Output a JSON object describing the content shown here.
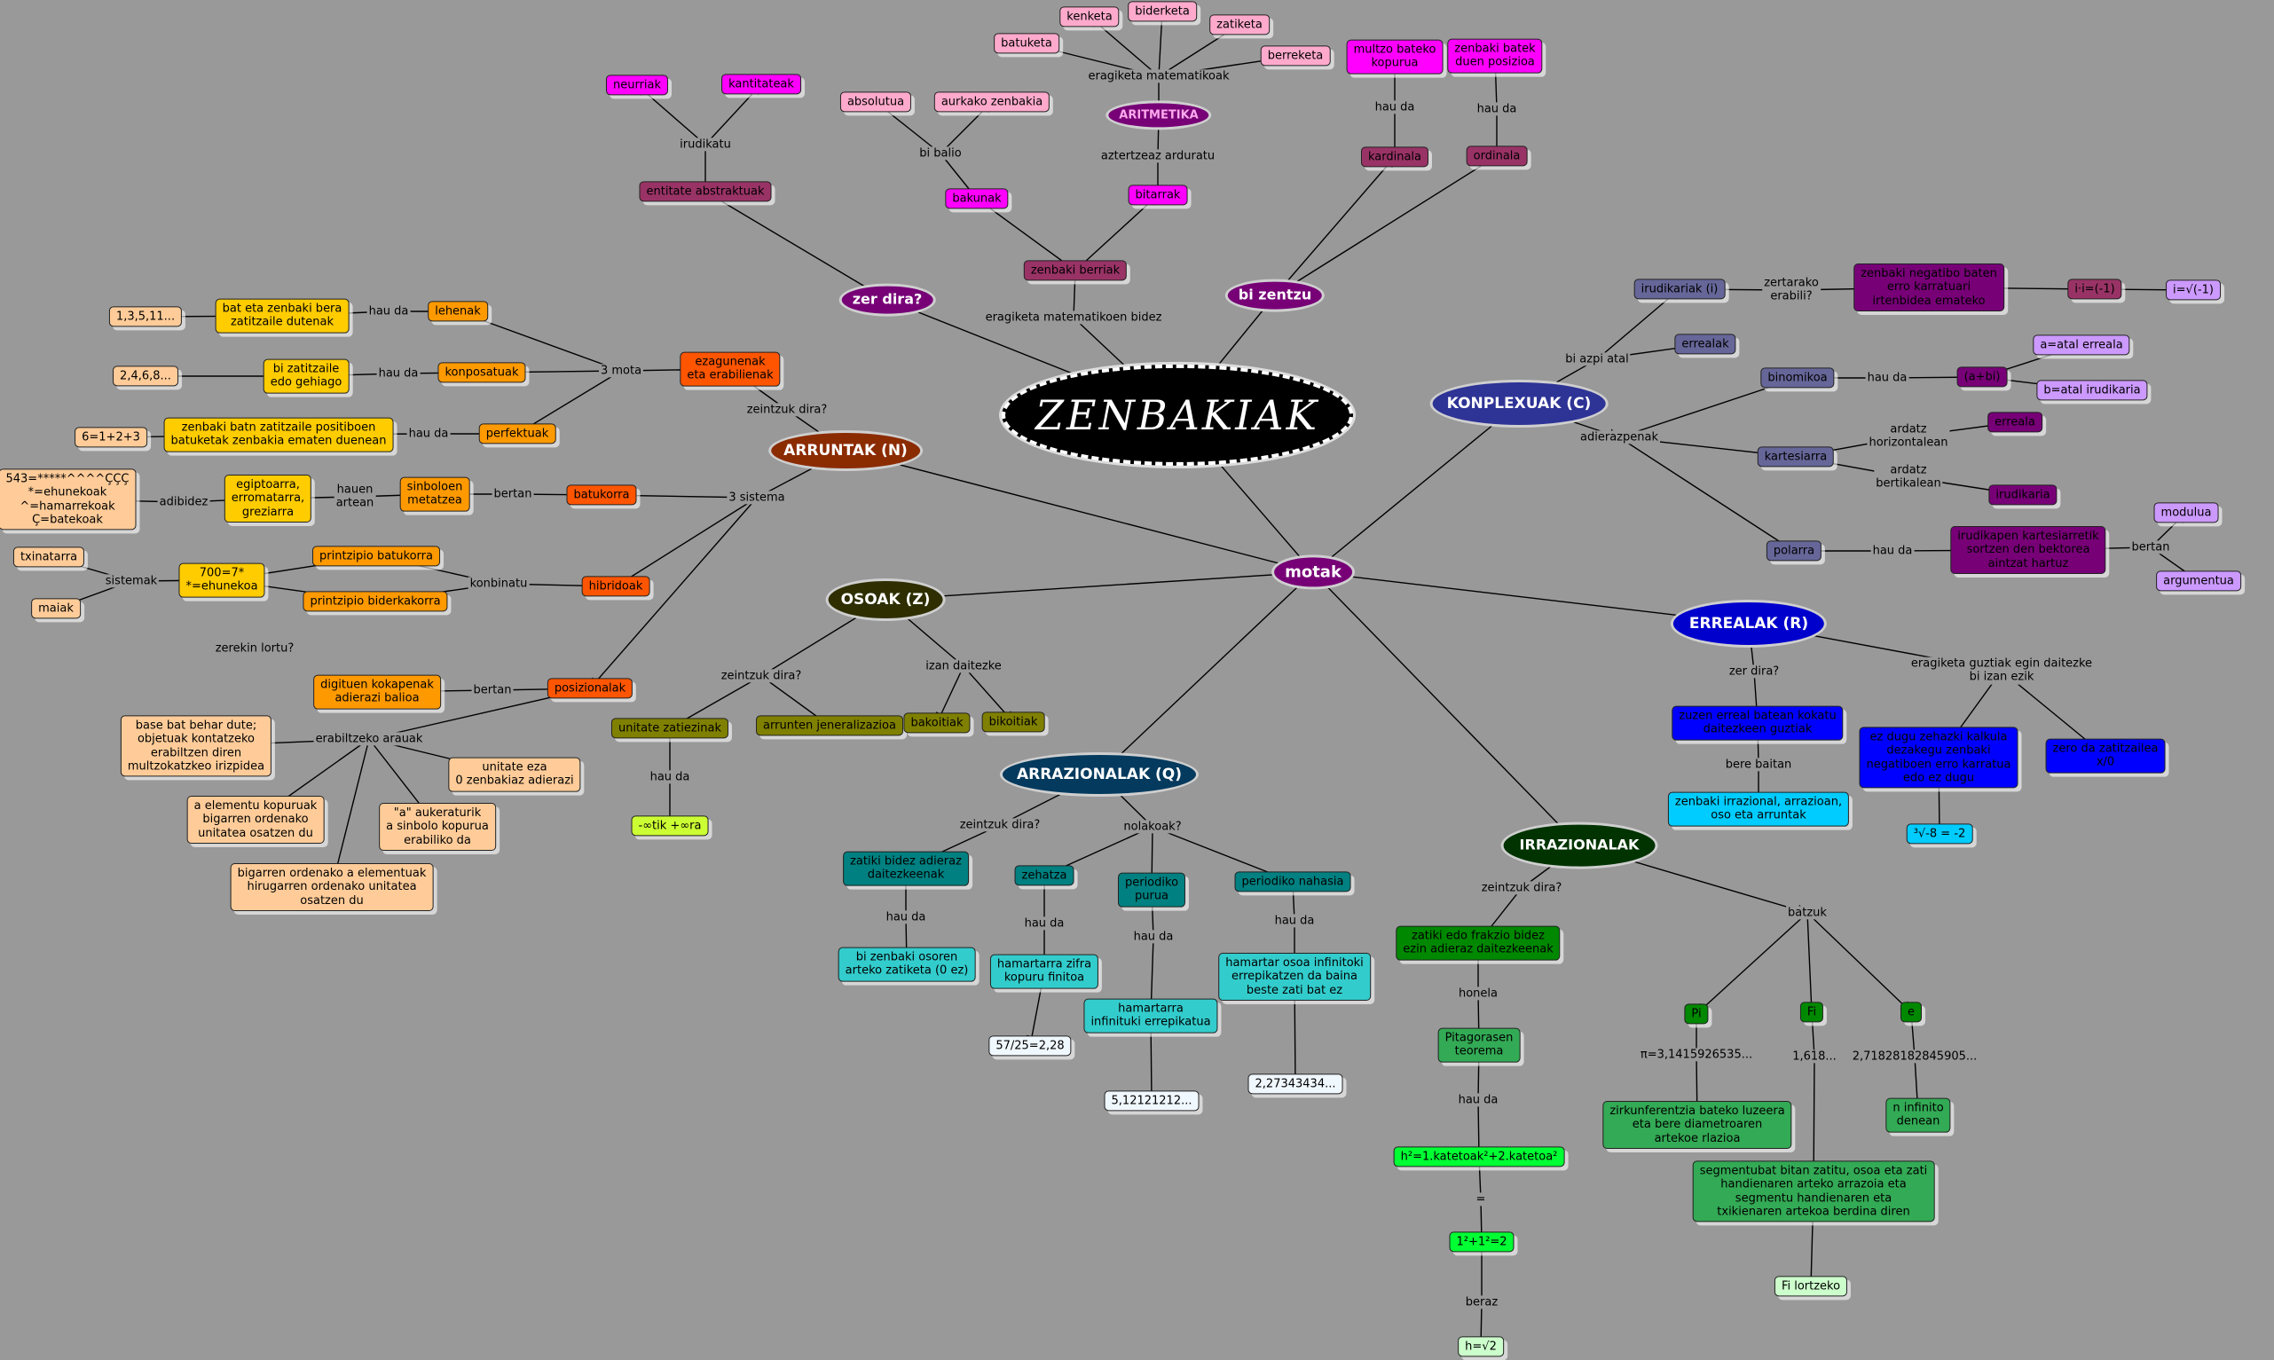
{
  "nodes": {
    "zenbakiak": "ZENBAKIAK",
    "motak": "motak",
    "zer_dira": "zer dira?",
    "bi_zentzu": "bi zentzu",
    "lbl_eragiketa_bidez": "eragiketa matematikoen bidez",
    "zenbaki_berriak": "zenbaki berriak",
    "bakunak": "bakunak",
    "bitarrak": "bitarrak",
    "lbl_bi_balio": "bi balio",
    "absolutua": "absolutua",
    "aurkako_zenbakia": "aurkako zenbakia",
    "lbl_aztertzeaz": "aztertzeaz arduratu",
    "aritmetika": "ARITMETIKA",
    "lbl_eragiketa_matematikoak": "eragiketa matematikoak",
    "batuketa": "batuketa",
    "kenketa": "kenketa",
    "biderketa": "biderketa",
    "zatiketa": "zatiketa",
    "berreketa": "berreketa",
    "entitate_abstraktuak": "entitate abstraktuak",
    "lbl_irudikatu": "irudikatu",
    "neurriak": "neurriak",
    "kantitateak": "kantitateak",
    "kardinala": "kardinala",
    "ordinala": "ordinala",
    "lbl_hau_da_kard": "hau da",
    "lbl_hau_da_ord": "hau da",
    "multzo_kopurua": "multzo bateko\nkopurua",
    "zenbaki_posizioa": "zenbaki batek\nduen posizioa",
    "arruntak": "ARRUNTAK (N)",
    "lbl_zeintzuk_n": "zeintzuk dira?",
    "ezagunenak": "ezagunenak\neta erabilienak",
    "lbl_3_mota": "3 mota",
    "lehenak": "lehenak",
    "konposatuak": "konposatuak",
    "perfektuak": "perfektuak",
    "lbl_hau_da_leh": "hau da",
    "lbl_hau_da_kon": "hau da",
    "lbl_hau_da_per": "hau da",
    "bat_eta_zenbaki": "bat eta zenbaki bera\nzatitzaile dutenak",
    "bi_zatitzaile": "bi zatitzaile\nedo gehiago",
    "zenbaki_batn": "zenbaki batn zatitzaile positiboen\nbatuketak zenbakia ematen duenean",
    "ex_135": "1,3,5,11...",
    "ex_246": "2,4,6,8...",
    "ex_6": "6=1+2+3",
    "lbl_3_sistema": "3 sistema",
    "batukorra": "batukorra",
    "lbl_bertan_bat": "bertan",
    "sinboloen": "sinboloen\nmetatzea",
    "lbl_hauen_artean": "hauen\nartean",
    "egiptoarra": "egiptoarra,\nerromatarra,\ngreziarra",
    "lbl_adibidez": "adibidez",
    "symbols_ex": "543=*****^^^^ÇÇÇ\n*=ehunekoak\n^=hamarrekoak\nÇ=batekoak",
    "hibridoak": "hibridoak",
    "lbl_konbinatu": "konbinatu",
    "printzipio_batukorra": "printzipio batukorra",
    "printzipio_biderkakorra": "printzipio biderkakorra",
    "ex_700": "700=7*\n*=ehunekoa",
    "lbl_sistemak": "sistemak",
    "txinatarra": "txinatarra",
    "maiak": "maiak",
    "lbl_zerekin": "zerekin lortu?",
    "posizionalak": "posizionalak",
    "lbl_bertan_pos": "bertan",
    "digituen": "digituen kokapenak\nadierazi balioa",
    "lbl_erabiltzeko": "erabiltzeko arauak",
    "base_bat": "base bat behar dute;\nobjetuak kontatzeko\nerabiltzen diren\nmultzokatzkeo irizpidea",
    "unitate_eza": "unitate eza\n0 zenbakiaz adierazi",
    "a_elementu": "a elementu kopuruak\nbigarren ordenako\nunitatea osatzen du",
    "a_aukeraturik": "\"a\" aukeraturik\na sinbolo kopurua\nerabiliko da",
    "bigarren_ordenako": "bigarren ordenako a elementuak\nhirugarren ordenako unitatea\nosatzen du",
    "osoak": "OSOAK (Z)",
    "lbl_zeintzuk_z": "zeintzuk dira?",
    "lbl_izan_daitezke": "izan daitezke",
    "unitate_zatiezinak": "unitate zatiezinak",
    "arrunten_gen": "arrunten jeneralizazioa",
    "bakoitiak": "bakoitiak",
    "bikoitiak": "bikoitiak",
    "lbl_hau_da_z": "hau da",
    "inf_range": "-∞tik +∞ra",
    "arrazionalak": "ARRAZIONALAK (Q)",
    "lbl_zeintzuk_q": "zeintzuk dira?",
    "lbl_nolakoak": "nolakoak?",
    "zatiki_bidez": "zatiki bidez adieraz\ndaitezkeenak",
    "lbl_hau_da_zat": "hau da",
    "bi_zenbaki_osoren": "bi zenbaki osoren\narteko zatiketa (0 ez)",
    "zehatza": "zehatza",
    "lbl_hau_da_zeh": "hau da",
    "hamartarra_finitoa": "hamartarra zifra\nkopuru finitoa",
    "ex_57": "57/25=2,28",
    "periodiko_purua": "periodiko\npurua",
    "lbl_hau_da_pur": "hau da",
    "hamartarra_inf": "hamartarra\ninfinituki errepikatua",
    "ex_512": "5,12121212...",
    "periodiko_nahasia": "periodiko nahasia",
    "lbl_hau_da_nah": "hau da",
    "hamartar_osoa": "hamartar osoa infinitoki\nerrepikatzen da baina\nbeste zati bat ez",
    "ex_227": "2,27343434...",
    "konplexuak": "KONPLEXUAK (C)",
    "lbl_bi_azpi": "bi azpi atal",
    "irudikariak": "irudikariak (i)",
    "lbl_zertarako": "zertarako\nerabili?",
    "zenbaki_negatibo": "zenbaki negatibo baten\nerro karratuari\nirtenbidea emateko",
    "i_i": "i·i=(-1)",
    "i_sqrt": "i=√(-1)",
    "errealak_sub": "errealak",
    "lbl_adierazpenak": "adierazpenak",
    "binomikoa": "binomikoa",
    "lbl_hau_da_bin": "hau da",
    "abi": "(a+bi)",
    "a_atal": "a=atal erreala",
    "b_atal": "b=atal irudikaria",
    "kartesiarra": "kartesiarra",
    "lbl_ardatz_hor": "ardatz\nhorizontalean",
    "lbl_ardatz_ber": "ardatz\nbertikalean",
    "erreala": "erreala",
    "irudikaria": "irudikaria",
    "polarra": "polarra",
    "lbl_hau_da_pol": "hau da",
    "irudikapen": "irudikapen kartesiarretik\nsortzen den bektorea\naintzat hartuz",
    "lbl_bertan_pol": "bertan",
    "modulua": "modulua",
    "argumentua": "argumentua",
    "errealak": "ERREALAK (R)",
    "lbl_zer_dira_r": "zer dira?",
    "zuzen_erreal": "zuzen erreal batean kokatu\ndaitezkeen guztiak",
    "lbl_bere_baitan": "bere baitan",
    "zenbaki_irrazional": "zenbaki irrazional, arrazioan,\noso eta arruntak",
    "lbl_eragiketa_guztiak": "eragiketa guztiak egin daitezke\nbi izan ezik",
    "ez_dugu": "ez dugu zehazki kalkula\ndezakegu zenbaki\nnegatiboen erro karratua\nedo ez dugu",
    "zero_zatiketa": "zero da zatitzailea\nx/0",
    "ex_cuberoot": "³√-8 = -2",
    "irrazionalak": "IRRAZIONALAK",
    "lbl_zeintzuk_i": "zeintzuk dira?",
    "zatiki_ezin": "zatiki edo frakzio bidez\nezin adieraz daitezkeenak",
    "lbl_honela": "honela",
    "pitagorasen": "Pitagorasen\nteorema",
    "lbl_hau_da_pit": "hau da",
    "pit_formula": "h²=1.katetoak²+2.katetoa²",
    "lbl_eq": "=",
    "one_one": "1²+1²=2",
    "lbl_beraz": "beraz",
    "h_sqrt2": "h=√2",
    "lbl_batzuk": "batzuk",
    "pi": "Pi",
    "fi": "Fi",
    "e": "e",
    "lbl_pi_val": "π=3,1415926535...",
    "lbl_fi_val": "1,618...",
    "lbl_e_val": "2,71828182845905...",
    "zirkunferentzia": "zirkunferentzia bateko luzeera\neta bere diametroaren\nartekoe rlazioa",
    "segmentubat": "segmentubat bitan zatitu, osoa eta zati\nhandienaren arteko arrazoia eta\nsegmentu handienaren eta\ntxikienaren artekoa berdina diren",
    "fi_lortzeko": "Fi lortzeko",
    "n_infinito": "n infinito\ndenean"
  },
  "colors": {
    "background": "#999999",
    "arruntak": "#8b2b00",
    "osoak": "#2e2e00",
    "arrazionalak": "#033a5e",
    "konplexuak": "#2e3396",
    "errealak": "#0000cc",
    "irrazionalak": "#003300",
    "purple": "#770077",
    "magenta": "#ff00ff"
  }
}
